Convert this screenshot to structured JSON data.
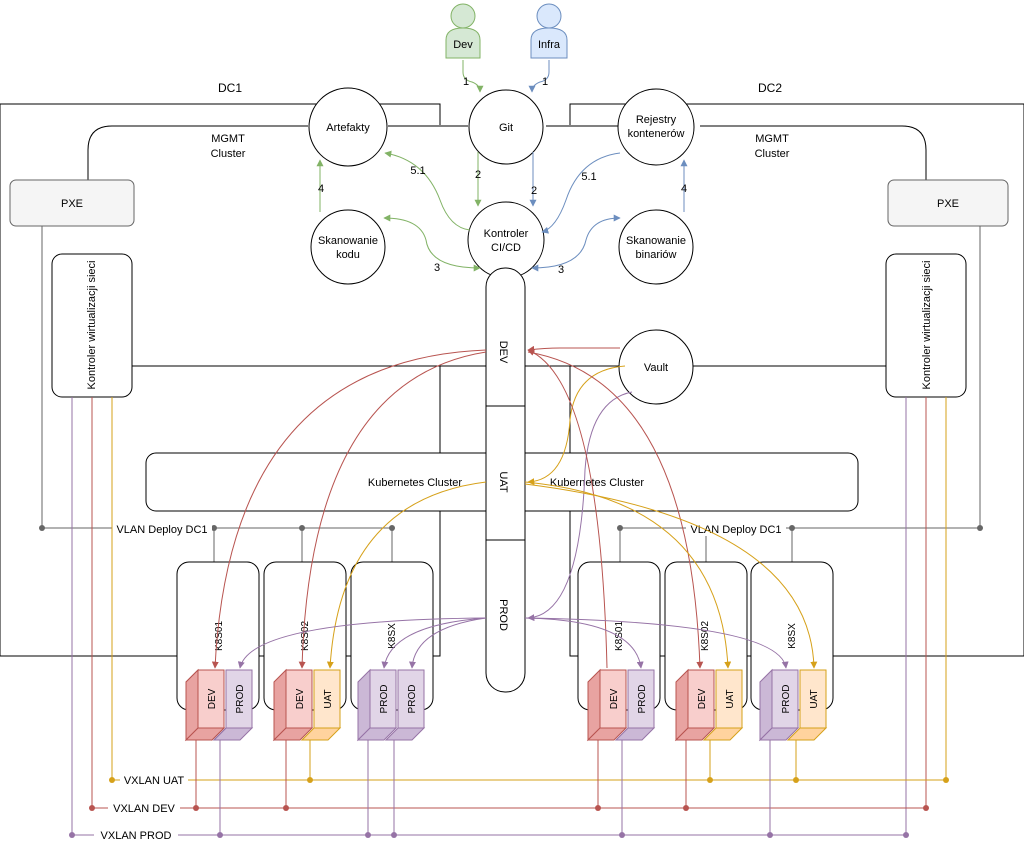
{
  "actors": {
    "dev": "Dev",
    "infra": "Infra"
  },
  "datacenters": {
    "dc1": "DC1",
    "dc2": "DC2"
  },
  "mgmt_cluster": {
    "left_line1": "MGMT",
    "left_line2": "Cluster",
    "right_line1": "MGMT",
    "right_line2": "Cluster"
  },
  "nodes": {
    "git": "Git",
    "artefakty": "Artefakty",
    "rejestry_line1": "Rejestry",
    "rejestry_line2": "kontenerów",
    "kontroler_line1": "Kontroler",
    "kontroler_line2": "CI/CD",
    "skan_kodu_line1": "Skanowanie",
    "skan_kodu_line2": "kodu",
    "skan_bin_line1": "Skanowanie",
    "skan_bin_line2": "binariów",
    "vault": "Vault",
    "pxe_left": "PXE",
    "pxe_right": "PXE",
    "kontroler_sieci_left": "Kontroler wirtualizacji sieci",
    "kontroler_sieci_right": "Kontroler wirtualizacji sieci"
  },
  "edge_labels": {
    "dev_git": "1",
    "infra_git": "1",
    "git_ci_dev": "2",
    "git_ci_infra": "2",
    "scan_code": "3",
    "scan_bin": "3",
    "art_scan": "4",
    "rej_scan": "4",
    "ci_art": "5.1",
    "ci_rej": "5.1"
  },
  "env_pipe": {
    "dev": "DEV",
    "uat": "UAT",
    "prod": "PROD"
  },
  "kubernetes": {
    "left": "Kubernetes Cluster",
    "right": "Kubernetes Cluster"
  },
  "vlan": {
    "left": "VLAN Deploy DC1",
    "right": "VLAN Deploy DC1"
  },
  "clusters": {
    "k8s01": "K8S01",
    "k8s02": "K8S02",
    "k8sx": "K8SX"
  },
  "envs": {
    "dev": "DEV",
    "uat": "UAT",
    "prod": "PROD"
  },
  "vxlan": {
    "uat": "VXLAN UAT",
    "dev": "VXLAN DEV",
    "prod": "VXLAN PROD"
  },
  "colors": {
    "dev_actor_fill": "#d5e8d4",
    "dev_actor_stroke": "#82b366",
    "infra_actor_fill": "#dae8fc",
    "infra_actor_stroke": "#6c8ebf",
    "green_arrow": "#82b366",
    "blue_arrow": "#6c8ebf",
    "dev_env": "#b85450",
    "dev_env_fill": "#f8cecc",
    "uat_env": "#d6a11a",
    "uat_env_fill": "#ffe6cc",
    "prod_env": "#9673a6",
    "prod_env_fill": "#e1d5e7",
    "vlan_line": "#666666"
  }
}
